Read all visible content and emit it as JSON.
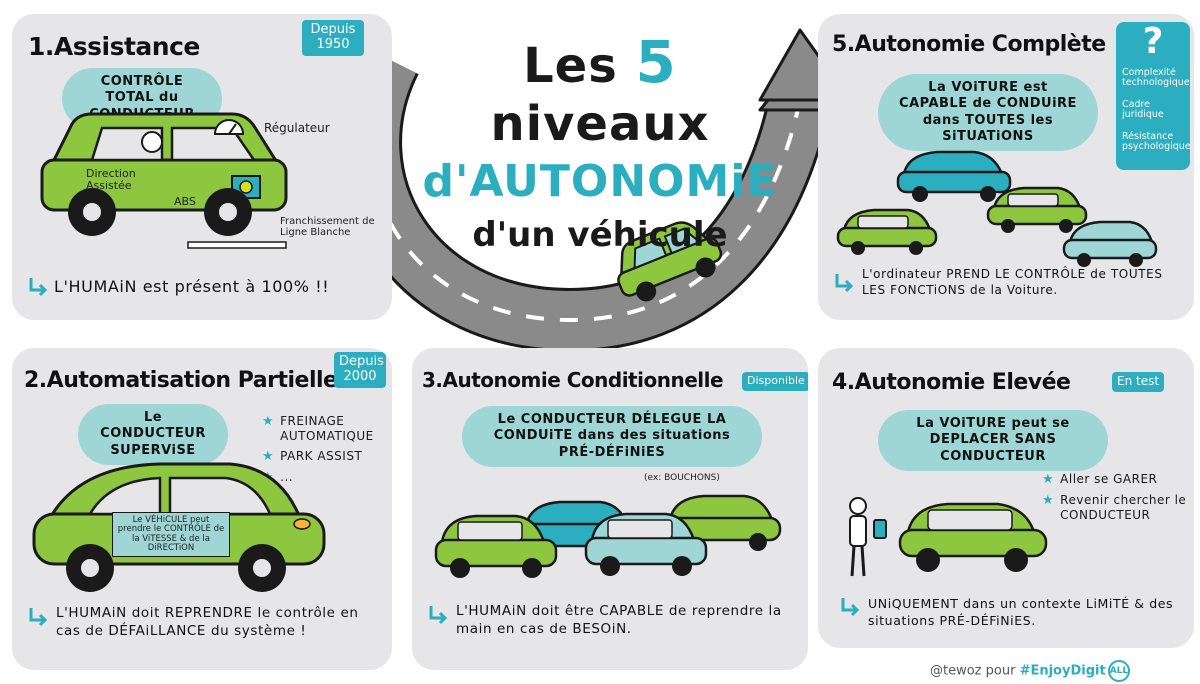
{
  "main_title": {
    "line1_pre": "Les",
    "line1_num": "5",
    "line1_post": "niveaux",
    "line2": "d'AUTONOMiE",
    "line3": "d'un véhicule"
  },
  "levels": [
    {
      "title": "1.Assistance",
      "badge": "Depuis 1950",
      "bubble": "CONTRÔLE TOTAL du CONDUCTEUR",
      "labels": [
        "Régulateur",
        "Direction Assistée",
        "ABS",
        "Franchissement de Ligne Blanche"
      ],
      "footer": "L'HUMAiN est présent à 100% !!"
    },
    {
      "title": "2.Automatisation Partielle",
      "badge": "Depuis 2000",
      "bubble": "Le CONDUCTEUR SUPERViSE",
      "list": [
        "FREINAGE AUTOMATIQUE",
        "PARK ASSIST",
        "..."
      ],
      "car_note": "Le VÉHiCULE peut prendre le CONTRÔLE de la ViTESSE & de la DiRECTiON",
      "footer": "L'HUMAiN doit REPRENDRE le contrôle en cas de DÉFAiLLANCE du système !"
    },
    {
      "title": "3.Autonomie Conditionnelle",
      "badge": "Disponible",
      "bubble": "Le CONDUCTEUR DÉLEGUE LA CONDUiTE dans des situations PRÉ-DÉFiNiES",
      "aside": "(ex: BOUCHONS)",
      "footer": "L'HUMAiN doit être CAPABLE de reprendre la main en cas de BESOiN."
    },
    {
      "title": "4.Autonomie Elevée",
      "badge": "En test",
      "bubble": "La VOiTURE peut se DEPLACER SANS CONDUCTEUR",
      "list": [
        "Aller se GARER",
        "Revenir chercher le CONDUCTEUR"
      ],
      "footer": "UNiQUEMENT dans un contexte LiMiTÉ & des situations PRÉ-DÉFiNiES."
    },
    {
      "title": "5.Autonomie Complète",
      "bubble": "La VOiTURE est CAPABLE de CONDUiRE dans TOUTES les SiTUATiONS",
      "footer": "L'ordinateur PREND LE CONTRÔLE de TOUTES LES FONCTiONS de la Voiture."
    }
  ],
  "side_box": {
    "mark": "?",
    "items": [
      "Complexité technologique",
      "Cadre juridique",
      "Résistance psychologique"
    ]
  },
  "credit": {
    "author": "@tewoz pour",
    "tag": "#EnjoyDigit",
    "logo": "ALL"
  },
  "colors": {
    "teal": "#2aaec0",
    "teal_light": "#9ed6d6",
    "green": "#8dc63f",
    "panel": "#e6e6e8",
    "road": "#8a8a8a"
  }
}
